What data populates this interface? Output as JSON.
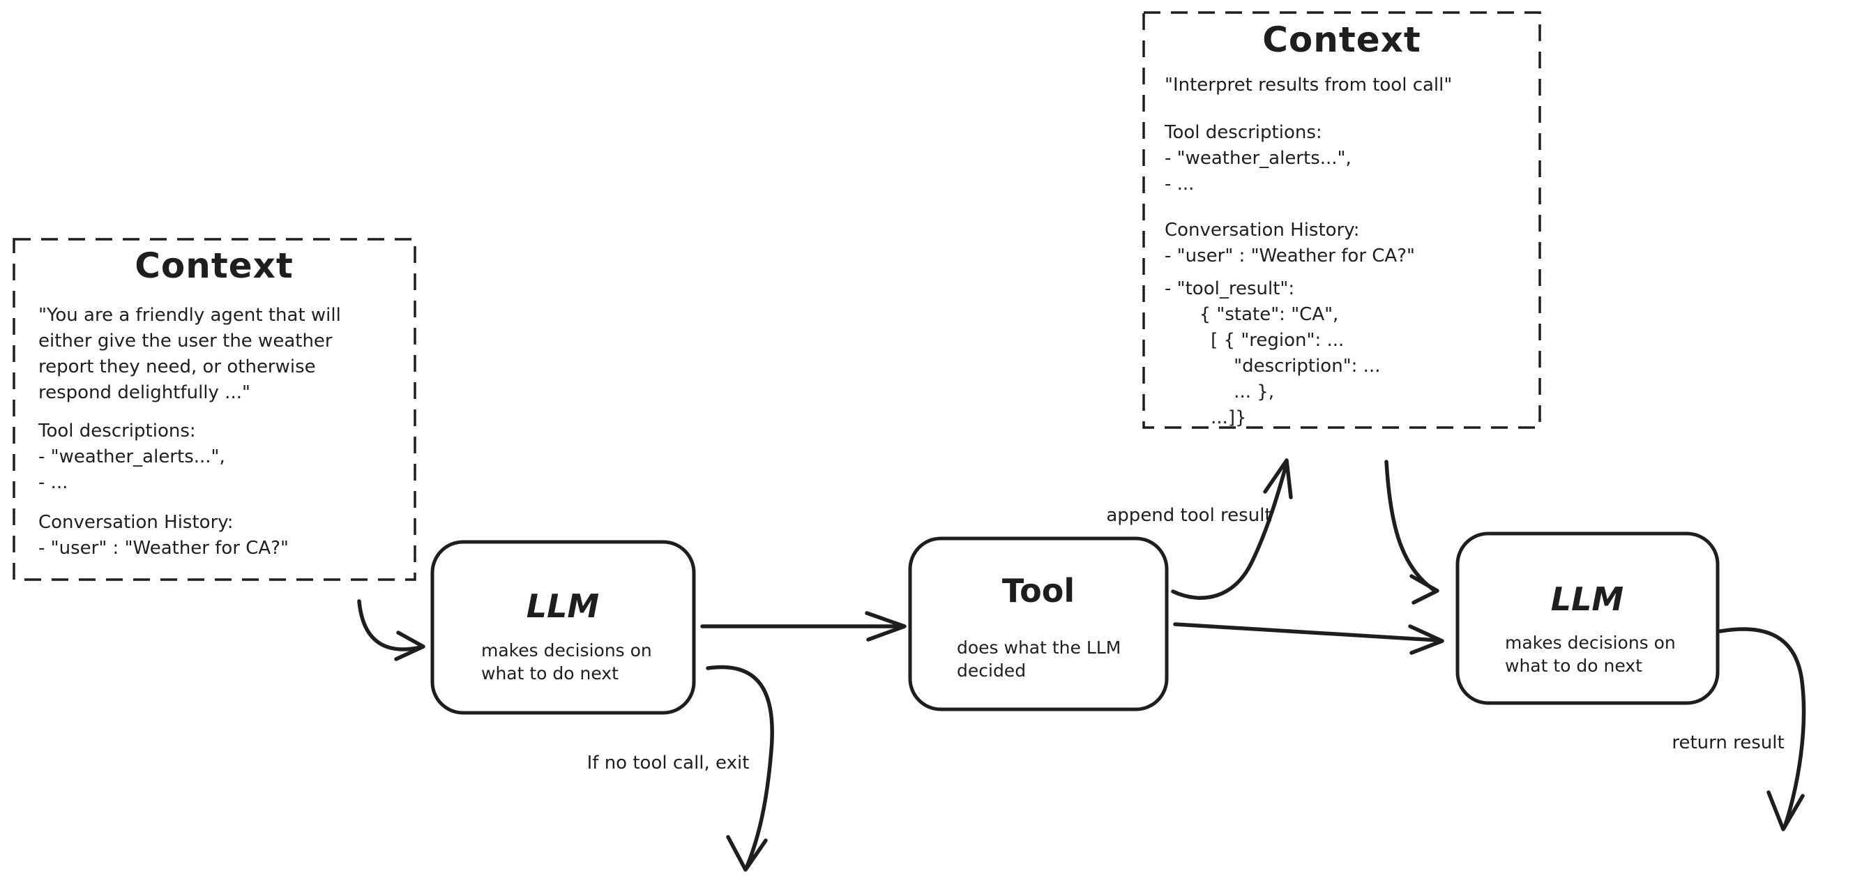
{
  "diagram": {
    "background": "#ffffff",
    "ink_color": "#1e1e1e",
    "context_initial": {
      "title": "Context",
      "system_prompt": "\"You are a friendly agent that will\neither give the user the weather\nreport they need, or otherwise\nrespond delightfully ...\"",
      "tool_descriptions_heading": "Tool descriptions:",
      "tool_descriptions_items": "- \"weather_alerts...\",\n- ...",
      "conversation_history_heading": "Conversation History:",
      "conversation_history_items": "- \"user\" : \"Weather for CA?\""
    },
    "context_after_tool": {
      "title": "Context",
      "instruction": "\"Interpret results from tool call\"",
      "tool_descriptions_heading": "Tool descriptions:",
      "tool_descriptions_items": "- \"weather_alerts...\",\n- ...",
      "conversation_history_heading": "Conversation History:",
      "conversation_history_items": "- \"user\" : \"Weather for CA?\"",
      "tool_result_block": "- \"tool_result\":\n      { \"state\": \"CA\",\n        [ { \"region\": ...\n            \"description\": ...\n            ... },\n        ...]}"
    },
    "nodes": {
      "llm_first": {
        "title": "LLM",
        "subtitle": "makes decisions on\nwhat to do next"
      },
      "tool": {
        "title": "Tool",
        "subtitle": "does what the LLM\ndecided"
      },
      "llm_second": {
        "title": "LLM",
        "subtitle": "makes decisions on\nwhat to do next"
      }
    },
    "edge_labels": {
      "append_tool_result": "append tool result",
      "if_no_tool_call_exit": "If no tool call, exit",
      "return_result": "return result"
    }
  }
}
